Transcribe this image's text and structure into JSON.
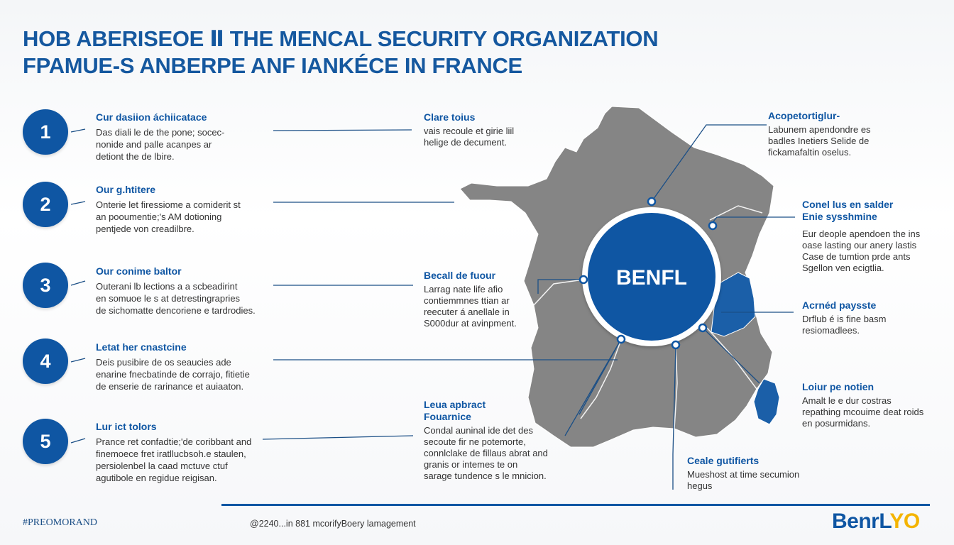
{
  "title": {
    "line1": "HOB ABERISEOE Ⅱ THE MENCAL SECURITY ORGANIZATION",
    "line2": "FPAMUE-S ANBERPE ANF IANKÉCE IN FRANCE"
  },
  "steps": [
    {
      "number": "1",
      "title": "Cur dasiion áchiicatace",
      "lines": [
        "Das diali le de the pone; socec-",
        "nonide and palle acanpes ar",
        "detiont the de lbire."
      ]
    },
    {
      "number": "2",
      "title": "Our g.htitere",
      "lines": [
        "Onterie let firessiome a comiderit st",
        "an pooumentie;'s AM dotioning",
        "pentjede von creadilbre."
      ]
    },
    {
      "number": "3",
      "title": "Our conime baltor",
      "lines": [
        "Outerani lb lections a a scbeadirint",
        "en somuoe le s at detrestingrapries",
        "de sichomatte dencoriene e tardrodies."
      ]
    },
    {
      "number": "4",
      "title": "Letat her cnastcine",
      "lines": [
        "Deis pusibire de os seaucies ade",
        "enarine fnecbatinde de corrajo, fitietie",
        "de enserie de rarinance et auiaaton."
      ]
    },
    {
      "number": "5",
      "title": "Lur ict tolors",
      "lines": [
        "Prance ret confadtie;'de coribbant and",
        "finemoece fret iratllucbsoh.e staulen,",
        "persiolenbel la caad mctuve ctuf",
        "agutibole en regidue reigisan."
      ]
    }
  ],
  "callouts": [
    {
      "title": "Clare toius",
      "lines": [
        "vais recoule et girie liil",
        "helige de decument."
      ]
    },
    {
      "title": "Becall de fuour",
      "lines": [
        "Larrag nate life afio",
        "contiemmnes ttian ar",
        "reecuter á anellale in",
        "S000dur at avinpment."
      ]
    },
    {
      "title": "Leua apbract Fouarnice",
      "lines": [
        "Condal auninal ide det des",
        "secoute fir ne potemorte,",
        "connlclake de fillaus abrat and",
        "granis or intemes te on",
        "sarage tundence s le mnicion."
      ]
    },
    {
      "title": "Acopetortiglur-",
      "lines": [
        "Labunem apendondre es",
        "badles Inetiers Selide de",
        "fickamafaltin oselus."
      ]
    },
    {
      "title": "Conel lus en salder Enie sysshmine",
      "lines": [
        "Eur deople apendoen the ins",
        "oase lasting our anery lastis",
        "Case de tumtion prde ants",
        "Sgellon ven ecigtlia."
      ]
    },
    {
      "title": "Acrnéd paysste",
      "lines": [
        "Drflub é is fine basm",
        "resiomadlees."
      ]
    },
    {
      "title": "Loiur pe notien",
      "lines": [
        "Amalt le e dur costras",
        "repathing mcouime deat roids",
        "en posurmidans."
      ]
    },
    {
      "title": "Ceale gutifierts",
      "lines": [
        "Mueshost at time secumion",
        "hegus"
      ]
    }
  ],
  "center": {
    "label": "BENFL"
  },
  "footer": {
    "tag": "#PREOMORAND",
    "copyright": "@2240...in 881 mcorifyBoery lamagement",
    "logo_main": "BenrL",
    "logo_accent": "YO"
  },
  "colors": {
    "accent": "#0f56a3",
    "map_gray": "#858585",
    "region_blue": "#1b5fa8",
    "logo_accent": "#f4b400"
  }
}
